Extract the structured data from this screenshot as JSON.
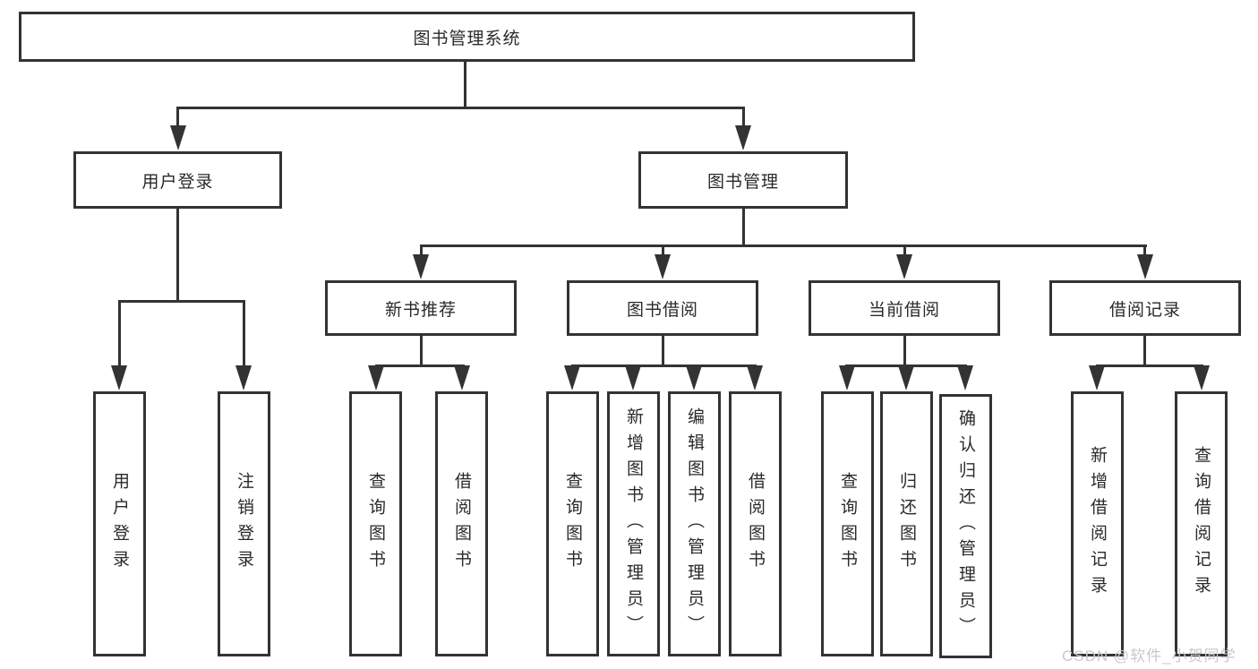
{
  "diagram": {
    "tree": {
      "label": "图书管理系统",
      "children": [
        {
          "label": "用户登录",
          "children": [
            {
              "label": "用户登录"
            },
            {
              "label": "注销登录"
            }
          ]
        },
        {
          "label": "图书管理",
          "children": [
            {
              "label": "新书推荐",
              "children": [
                {
                  "label": "查询图书"
                },
                {
                  "label": "借阅图书"
                }
              ]
            },
            {
              "label": "图书借阅",
              "children": [
                {
                  "label": "查询图书"
                },
                {
                  "label": "新增图书（管理员）"
                },
                {
                  "label": "编辑图书（管理员）"
                },
                {
                  "label": "借阅图书"
                }
              ]
            },
            {
              "label": "当前借阅",
              "children": [
                {
                  "label": "查询图书"
                },
                {
                  "label": "归还图书"
                },
                {
                  "label": "确认归还（管理员）"
                }
              ]
            },
            {
              "label": "借阅记录",
              "children": [
                {
                  "label": "新增借阅记录"
                },
                {
                  "label": "查询借阅记录"
                }
              ]
            }
          ]
        }
      ]
    },
    "watermark": "CSDN @软件_小贺同学",
    "colors": {
      "line": "#333333",
      "text": "#2a2a2a",
      "background": "#ffffff",
      "watermark": "#c9c9c9"
    }
  }
}
